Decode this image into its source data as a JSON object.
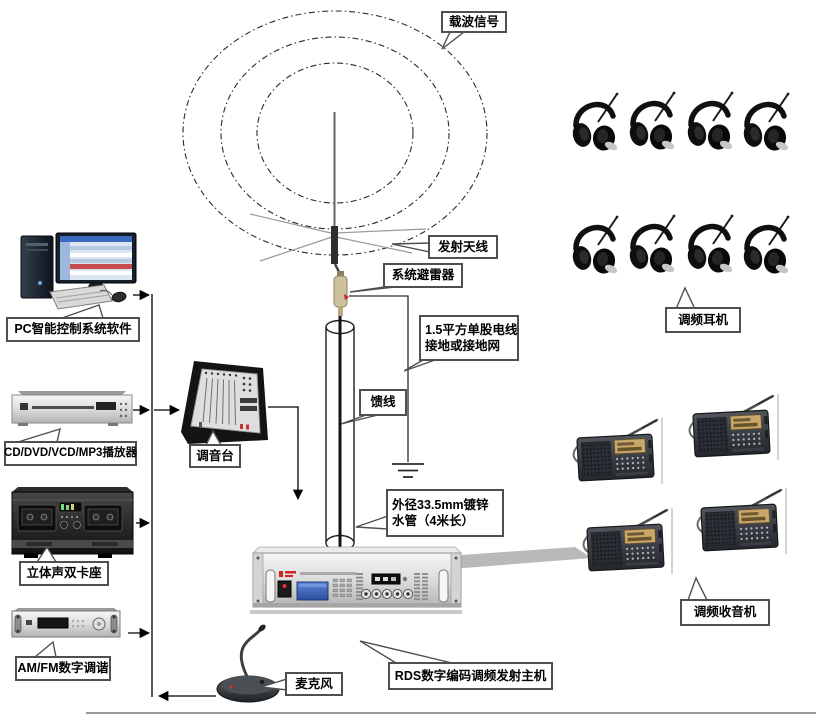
{
  "colors": {
    "label_border": "#4f4f4f",
    "transmitter_lcd_blue": "#3f6cc4",
    "radio_display_amber": "#c9a76a",
    "line_color": "#000000"
  },
  "callouts": {
    "carrier_signal": "载波信号",
    "transmit_antenna": "发射天线",
    "lightning_arrester": "系统避雷器",
    "ground_wire": {
      "line1": "1.5平方单股电线",
      "line2": "接地或接地网"
    },
    "feeder_cable": "馈线",
    "galvanized_pipe": {
      "line1": "外径33.5mm镀锌",
      "line2": "水管（4米长）"
    },
    "pc_software": "PC智能控制系统软件",
    "cd_player": "CD/DVD/VCD/MP3播放器",
    "mixer": "调音台",
    "cassette_deck": "立体声双卡座",
    "am_fm_tuner": "AM/FM数字调谐",
    "microphone": "麦克风",
    "rds_transmitter": "RDS数字编码调频发射主机",
    "fm_headphones": "调频耳机",
    "fm_radio": "调频收音机"
  },
  "equipment_counts": {
    "fm_headphones": 8,
    "fm_radios": 4
  }
}
